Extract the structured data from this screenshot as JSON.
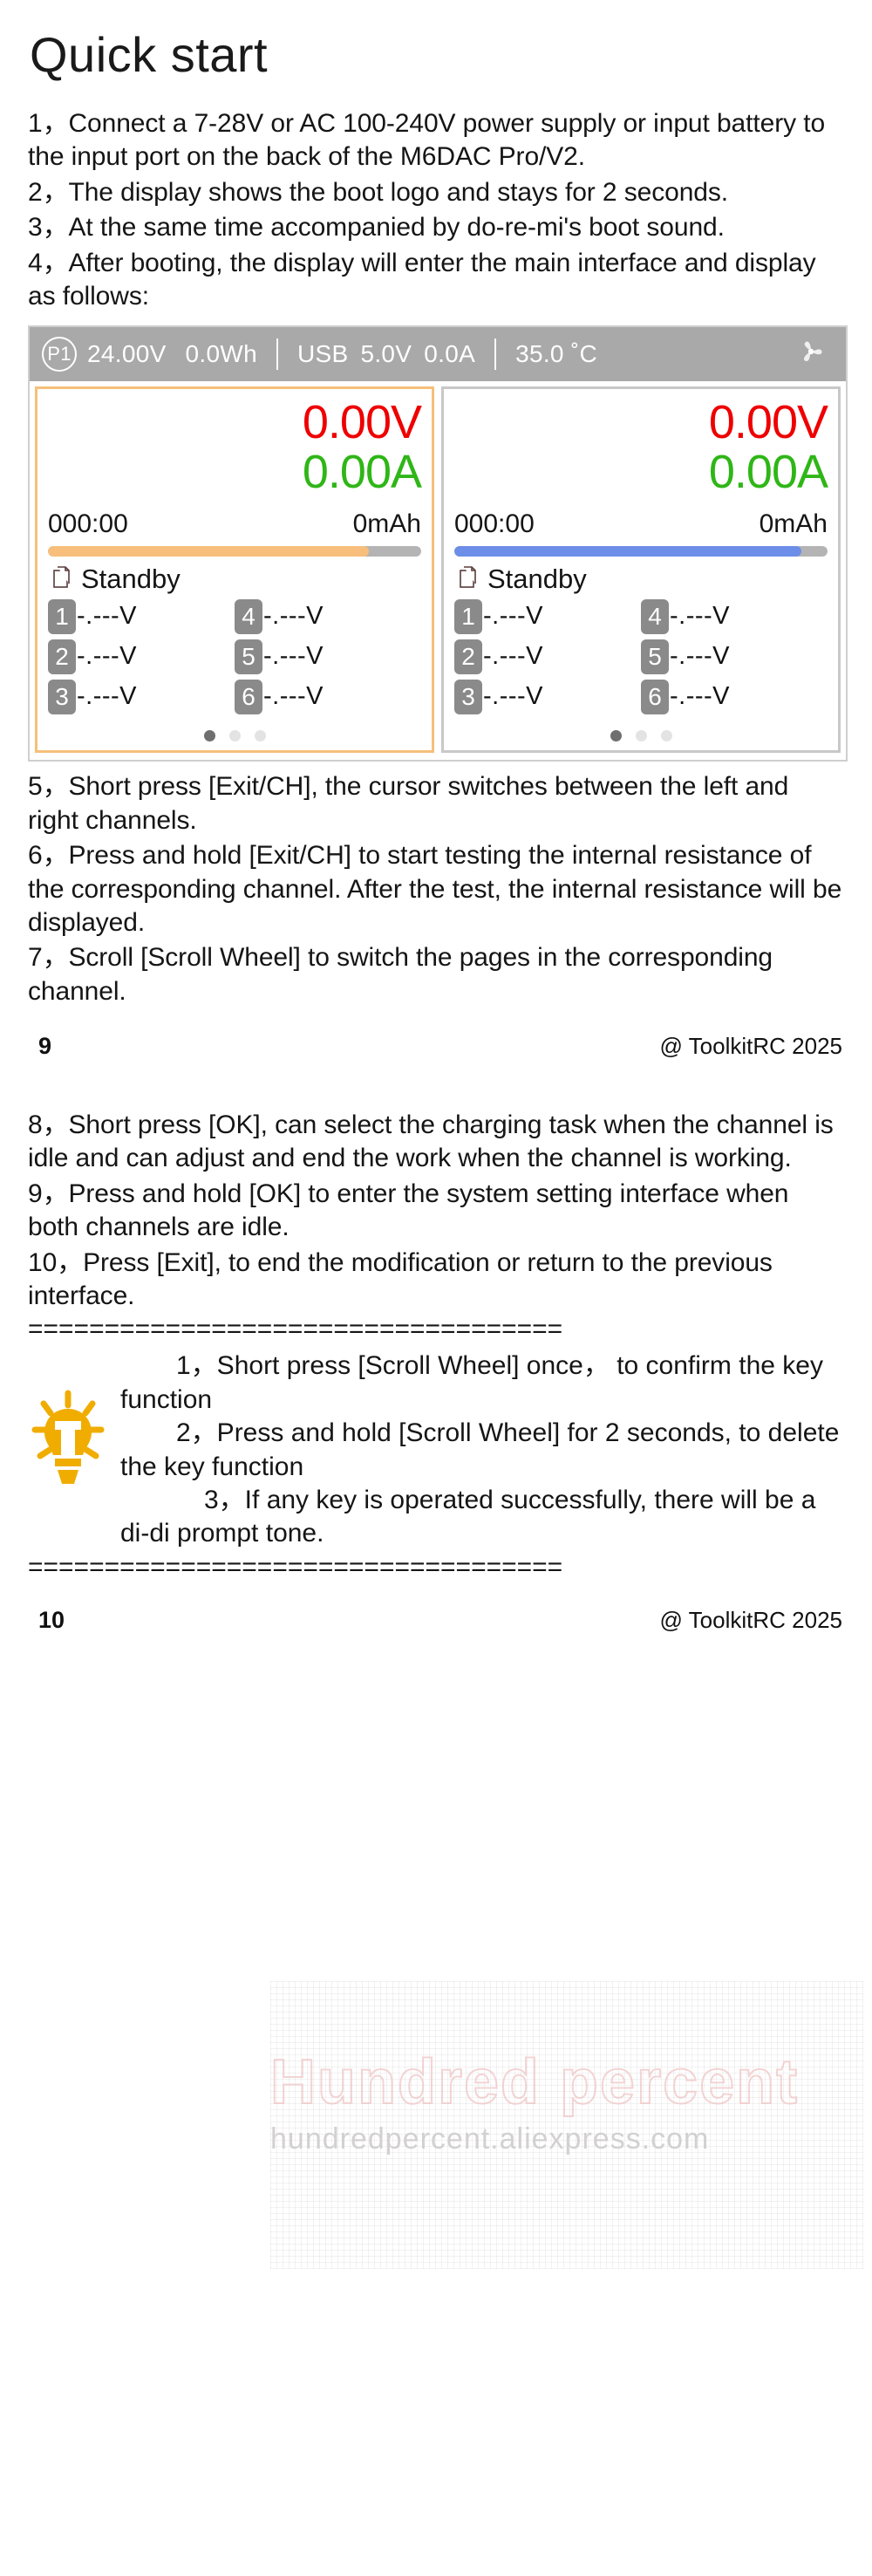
{
  "document": {
    "title": "Quick start"
  },
  "section_quick_start": {
    "steps": [
      "1，Connect a 7-28V or AC 100-240V power supply or input battery to the input port on the back of the M6DAC Pro/V2.",
      "2，The display shows the boot logo and stays for 2 seconds.",
      "3，At the same time accompanied by do-re-mi's boot sound.",
      "4，After booting, the display will enter the main interface and display as follows:"
    ],
    "steps_after": [
      "5，Short press [Exit/CH], the cursor switches between the left and right channels.",
      "6，Press and hold [Exit/CH] to start testing the internal resistance of the corresponding channel. After the test, the internal resistance will be displayed.",
      "7，Scroll [Scroll Wheel] to switch the pages in the corresponding channel."
    ]
  },
  "device_screen": {
    "status_bar": {
      "port_badge": "P1",
      "input_voltage": "24.00V",
      "input_energy": "0.0Wh",
      "usb_label": "USB",
      "usb_voltage": "5.0V",
      "usb_current": "0.0A",
      "temperature": "35.0 ˚C",
      "fan_icon": "fan-icon"
    },
    "channels": [
      {
        "id": "left",
        "selected": true,
        "voltage": "0.00V",
        "current": "0.00A",
        "timer": "000:00",
        "capacity": "0mAh",
        "progress_percent": 86,
        "progress_color": "#f7bf7b",
        "state_icon": "copy-pages-icon",
        "state": "Standby",
        "cells": [
          {
            "num": "1",
            "value": "-.---V"
          },
          {
            "num": "4",
            "value": "-.---V"
          },
          {
            "num": "2",
            "value": "-.---V"
          },
          {
            "num": "5",
            "value": "-.---V"
          },
          {
            "num": "3",
            "value": "-.---V"
          },
          {
            "num": "6",
            "value": "-.---V"
          }
        ],
        "page_dots": {
          "count": 3,
          "active_index": 0
        }
      },
      {
        "id": "right",
        "selected": false,
        "voltage": "0.00V",
        "current": "0.00A",
        "timer": "000:00",
        "capacity": "0mAh",
        "progress_percent": 93,
        "progress_color": "#6c8ee8",
        "state_icon": "copy-pages-icon",
        "state": "Standby",
        "cells": [
          {
            "num": "1",
            "value": "-.---V"
          },
          {
            "num": "4",
            "value": "-.---V"
          },
          {
            "num": "2",
            "value": "-.---V"
          },
          {
            "num": "5",
            "value": "-.---V"
          },
          {
            "num": "3",
            "value": "-.---V"
          },
          {
            "num": "6",
            "value": "-.---V"
          }
        ],
        "page_dots": {
          "count": 3,
          "active_index": 0
        }
      }
    ]
  },
  "footer_page_9": {
    "page_number": "9",
    "copyright": "@ ToolkitRC 2025"
  },
  "section_page_10": {
    "steps": [
      "8，Short press [OK], can select the charging task when the channel is idle and can adjust and end the work when the channel is working.",
      "9，Press and hold [OK] to enter the system setting interface when both channels are idle.",
      "10，Press [Exit], to end the modification or return to the previous interface."
    ],
    "divider_top": "===================================",
    "divider_bottom": "===================================",
    "tip_icon": "lightbulb-icon",
    "tips": [
      "1，Short press [Scroll Wheel] once， to confirm the key function",
      "2，Press and hold [Scroll Wheel] for 2 seconds, to delete the key function",
      "3，If any key is operated successfully, there will be a di-di prompt tone."
    ]
  },
  "watermark": {
    "big_text": "Hundred percent",
    "small_text": "hundredpercent.aliexpress.com"
  },
  "footer_page_10": {
    "page_number": "10",
    "copyright": "@ ToolkitRC 2025"
  }
}
